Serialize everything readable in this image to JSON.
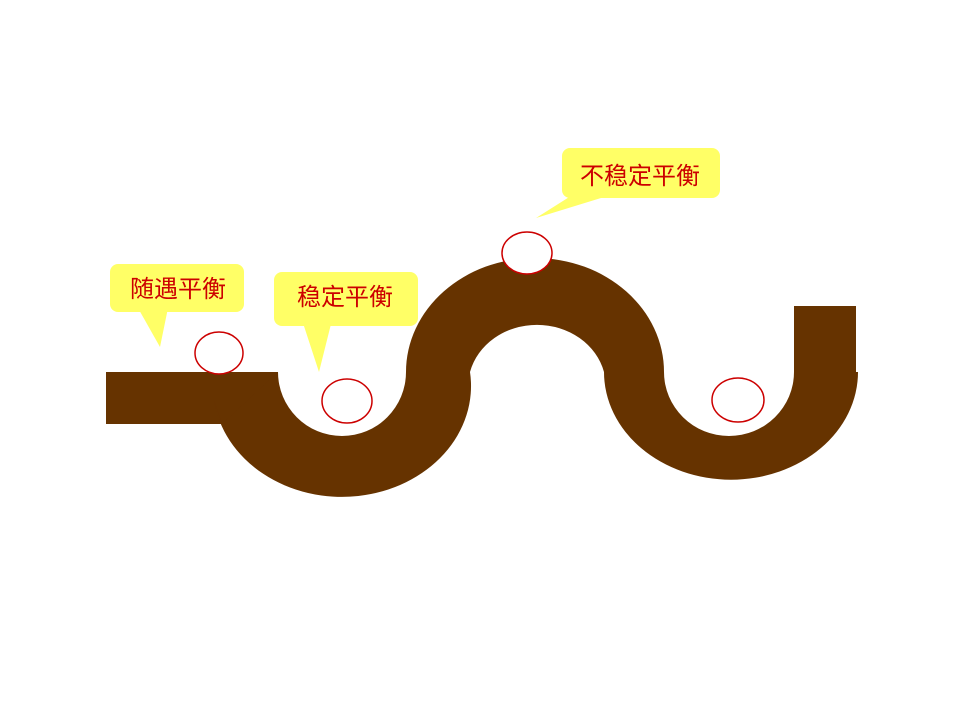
{
  "colors": {
    "track": "#663300",
    "callout_fill": "#FFFF66",
    "callout_text": "#CC0000",
    "ball_stroke": "#CC0000",
    "background": "#FFFFFF"
  },
  "callouts": {
    "neutral": {
      "label": "随遇平衡"
    },
    "stable": {
      "label": "稳定平衡"
    },
    "unstable": {
      "label": "不稳定平衡"
    }
  },
  "balls": [
    "neutral",
    "stable",
    "unstable",
    "stable"
  ]
}
